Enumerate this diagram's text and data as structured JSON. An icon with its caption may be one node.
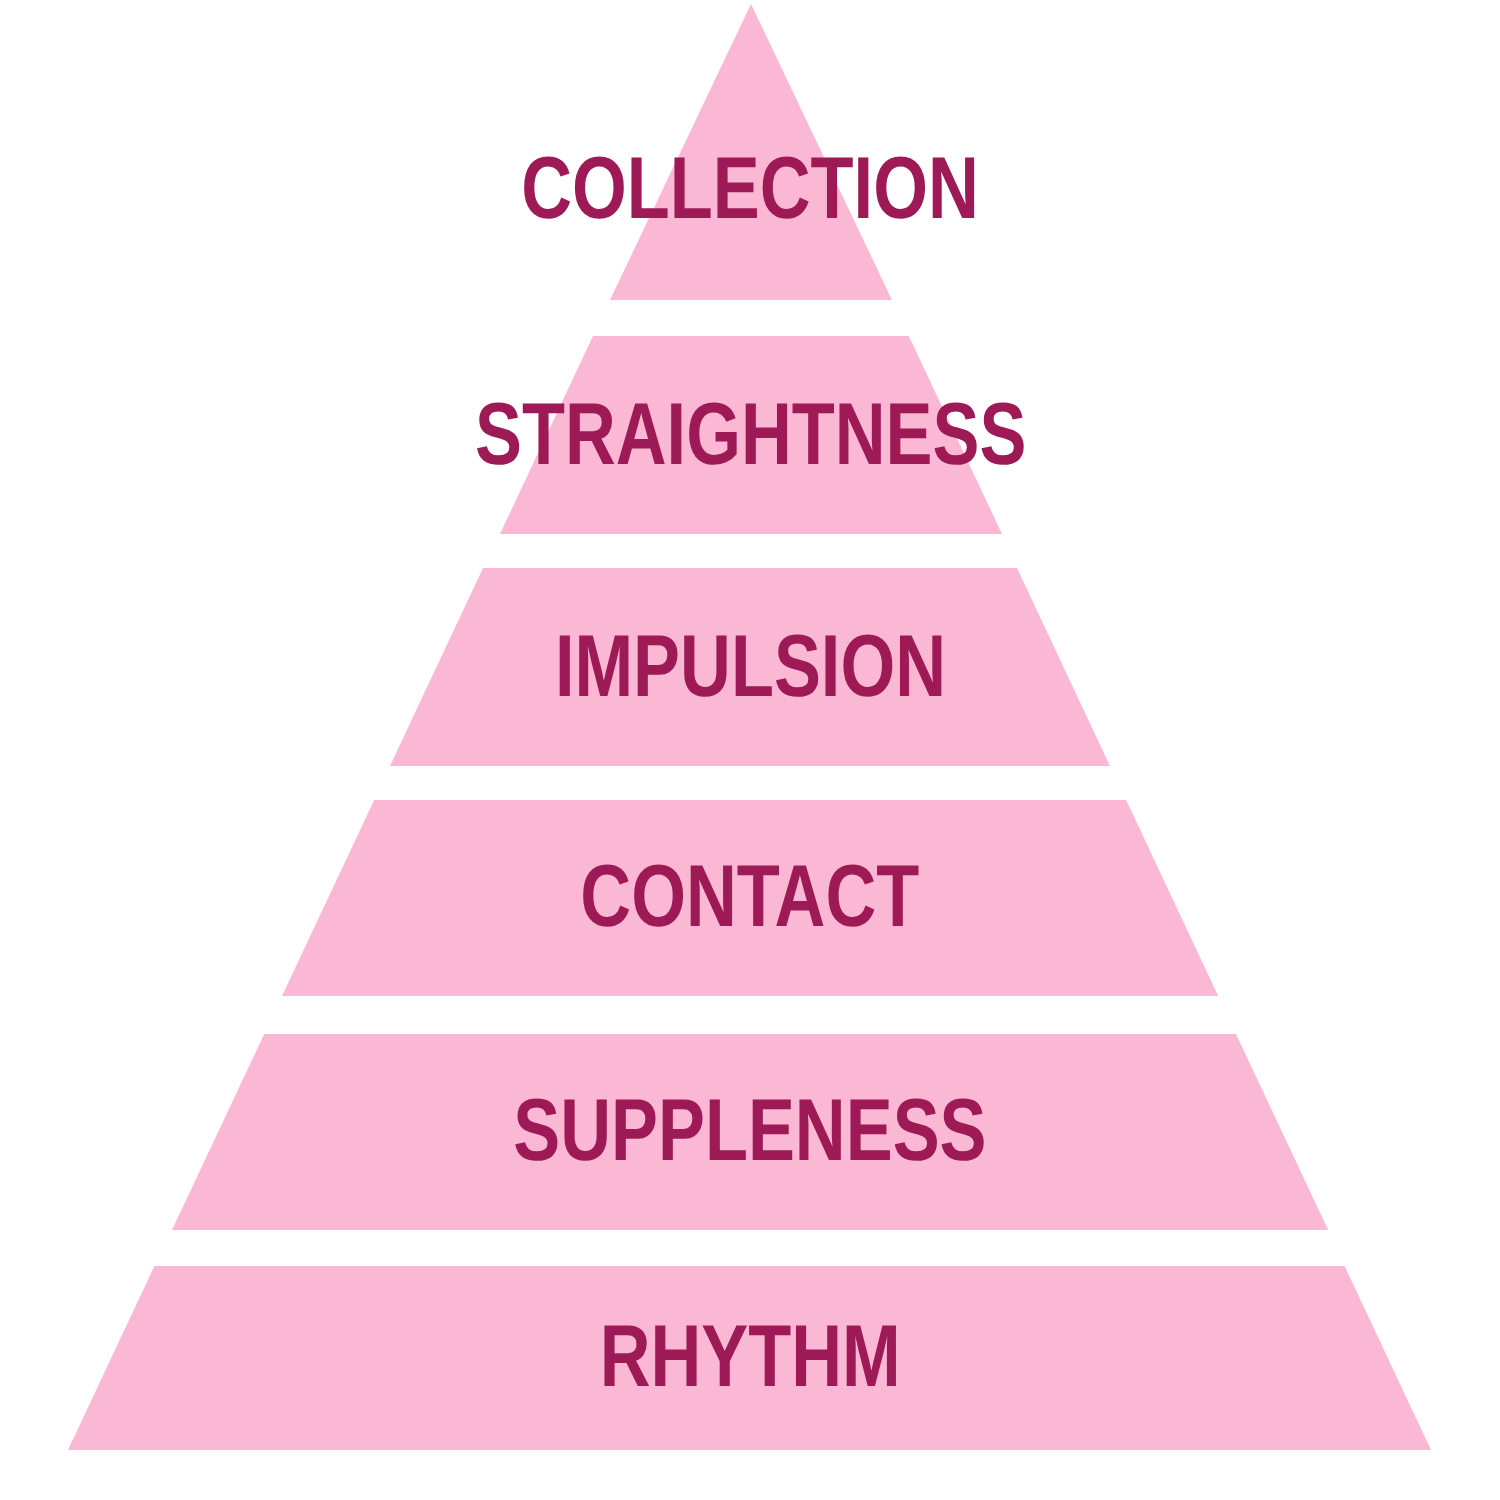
{
  "diagram": {
    "nodes": [
      {
        "text": [
          "COLLECTION"
        ]
      },
      {
        "text": [
          "STRAIGHTNESS"
        ]
      },
      {
        "text": [
          "IMPULSION"
        ]
      },
      {
        "text": [
          "CONTACT"
        ]
      },
      {
        "text": [
          "SUPPLENESS"
        ]
      },
      {
        "text": [
          "RHYTHM"
        ]
      }
    ]
  }
}
